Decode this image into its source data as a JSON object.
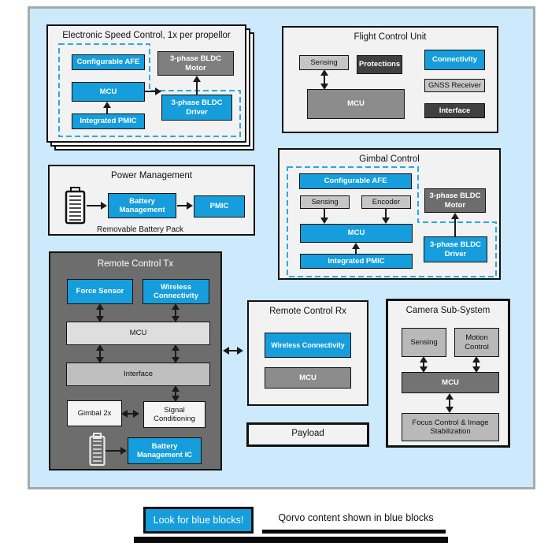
{
  "esc": {
    "title": "Electronic Speed Control, 1x per propellor",
    "afe": "Configurable AFE",
    "mcu": "MCU",
    "pmic": "Integrated PMIC",
    "motor": "3-phase BLDC Motor",
    "driver": "3-phase BLDC Driver"
  },
  "fcu": {
    "title": "Flight Control Unit",
    "sensing": "Sensing",
    "protections": "Protections",
    "connectivity": "Connectivity",
    "gnss": "GNSS Receiver",
    "interface": "Interface",
    "mcu": "MCU"
  },
  "gimbal": {
    "title": "Gimbal Control",
    "afe": "Configurable AFE",
    "sensing": "Sensing",
    "encoder": "Encoder",
    "mcu": "MCU",
    "pmic": "Integrated PMIC",
    "motor": "3-phase BLDC Motor",
    "driver": "3-phase BLDC Driver"
  },
  "power": {
    "title": "Power Management",
    "battery_management": "Battery Management",
    "pmic": "PMIC",
    "caption": "Removable Battery Pack"
  },
  "tx": {
    "title": "Remote Control Tx",
    "force_sensor": "Force Sensor",
    "wireless": "Wireless Connectivity",
    "mcu": "MCU",
    "interface": "Interface",
    "gimbal": "Gimbal 2x",
    "signal": "Signal Conditioning",
    "bmic": "Battery Management IC"
  },
  "rx": {
    "title": "Remote Control Rx",
    "wireless": "Wireless Connectivity",
    "mcu": "MCU"
  },
  "camera": {
    "title": "Camera Sub-System",
    "sensing": "Sensing",
    "motion": "Motion Control",
    "mcu": "MCU",
    "focus": "Focus Control & Image Stabilization"
  },
  "payload": {
    "title": "Payload"
  },
  "legend": {
    "button_label": "Look for blue blocks!",
    "note": "Qorvo content shown in blue blocks"
  },
  "colors": {
    "qorvo_blue": "#169ddb",
    "panel_blue": "#cdeafc",
    "dashed_blue": "#29a9e2",
    "dark_gray": "#404040",
    "mid_gray": "#8c8c8c",
    "tx_background": "#6d6d6d"
  }
}
